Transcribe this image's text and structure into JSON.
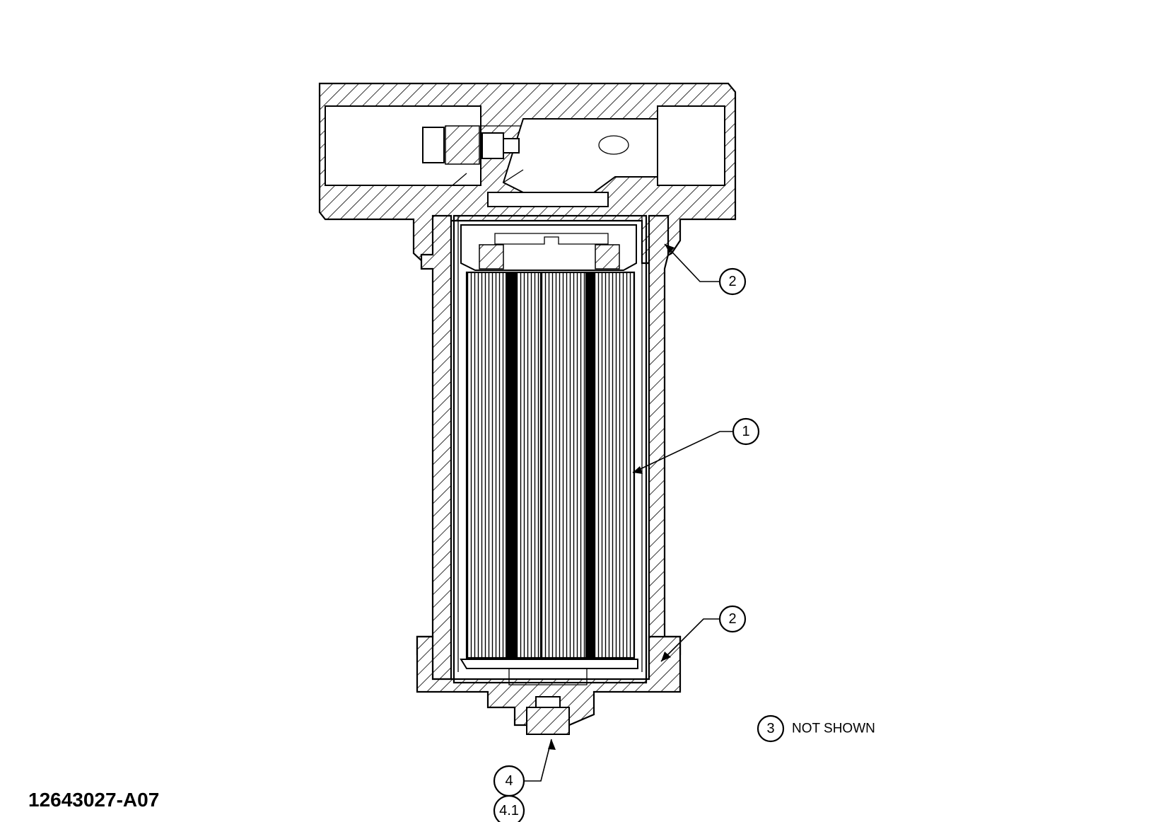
{
  "drawing": {
    "id": "12643027-A07",
    "note": "NOT SHOWN"
  },
  "callouts": [
    {
      "label": "2"
    },
    {
      "label": "1"
    },
    {
      "label": "2"
    },
    {
      "label": "3"
    },
    {
      "label": "4"
    },
    {
      "label": "4.1"
    }
  ]
}
